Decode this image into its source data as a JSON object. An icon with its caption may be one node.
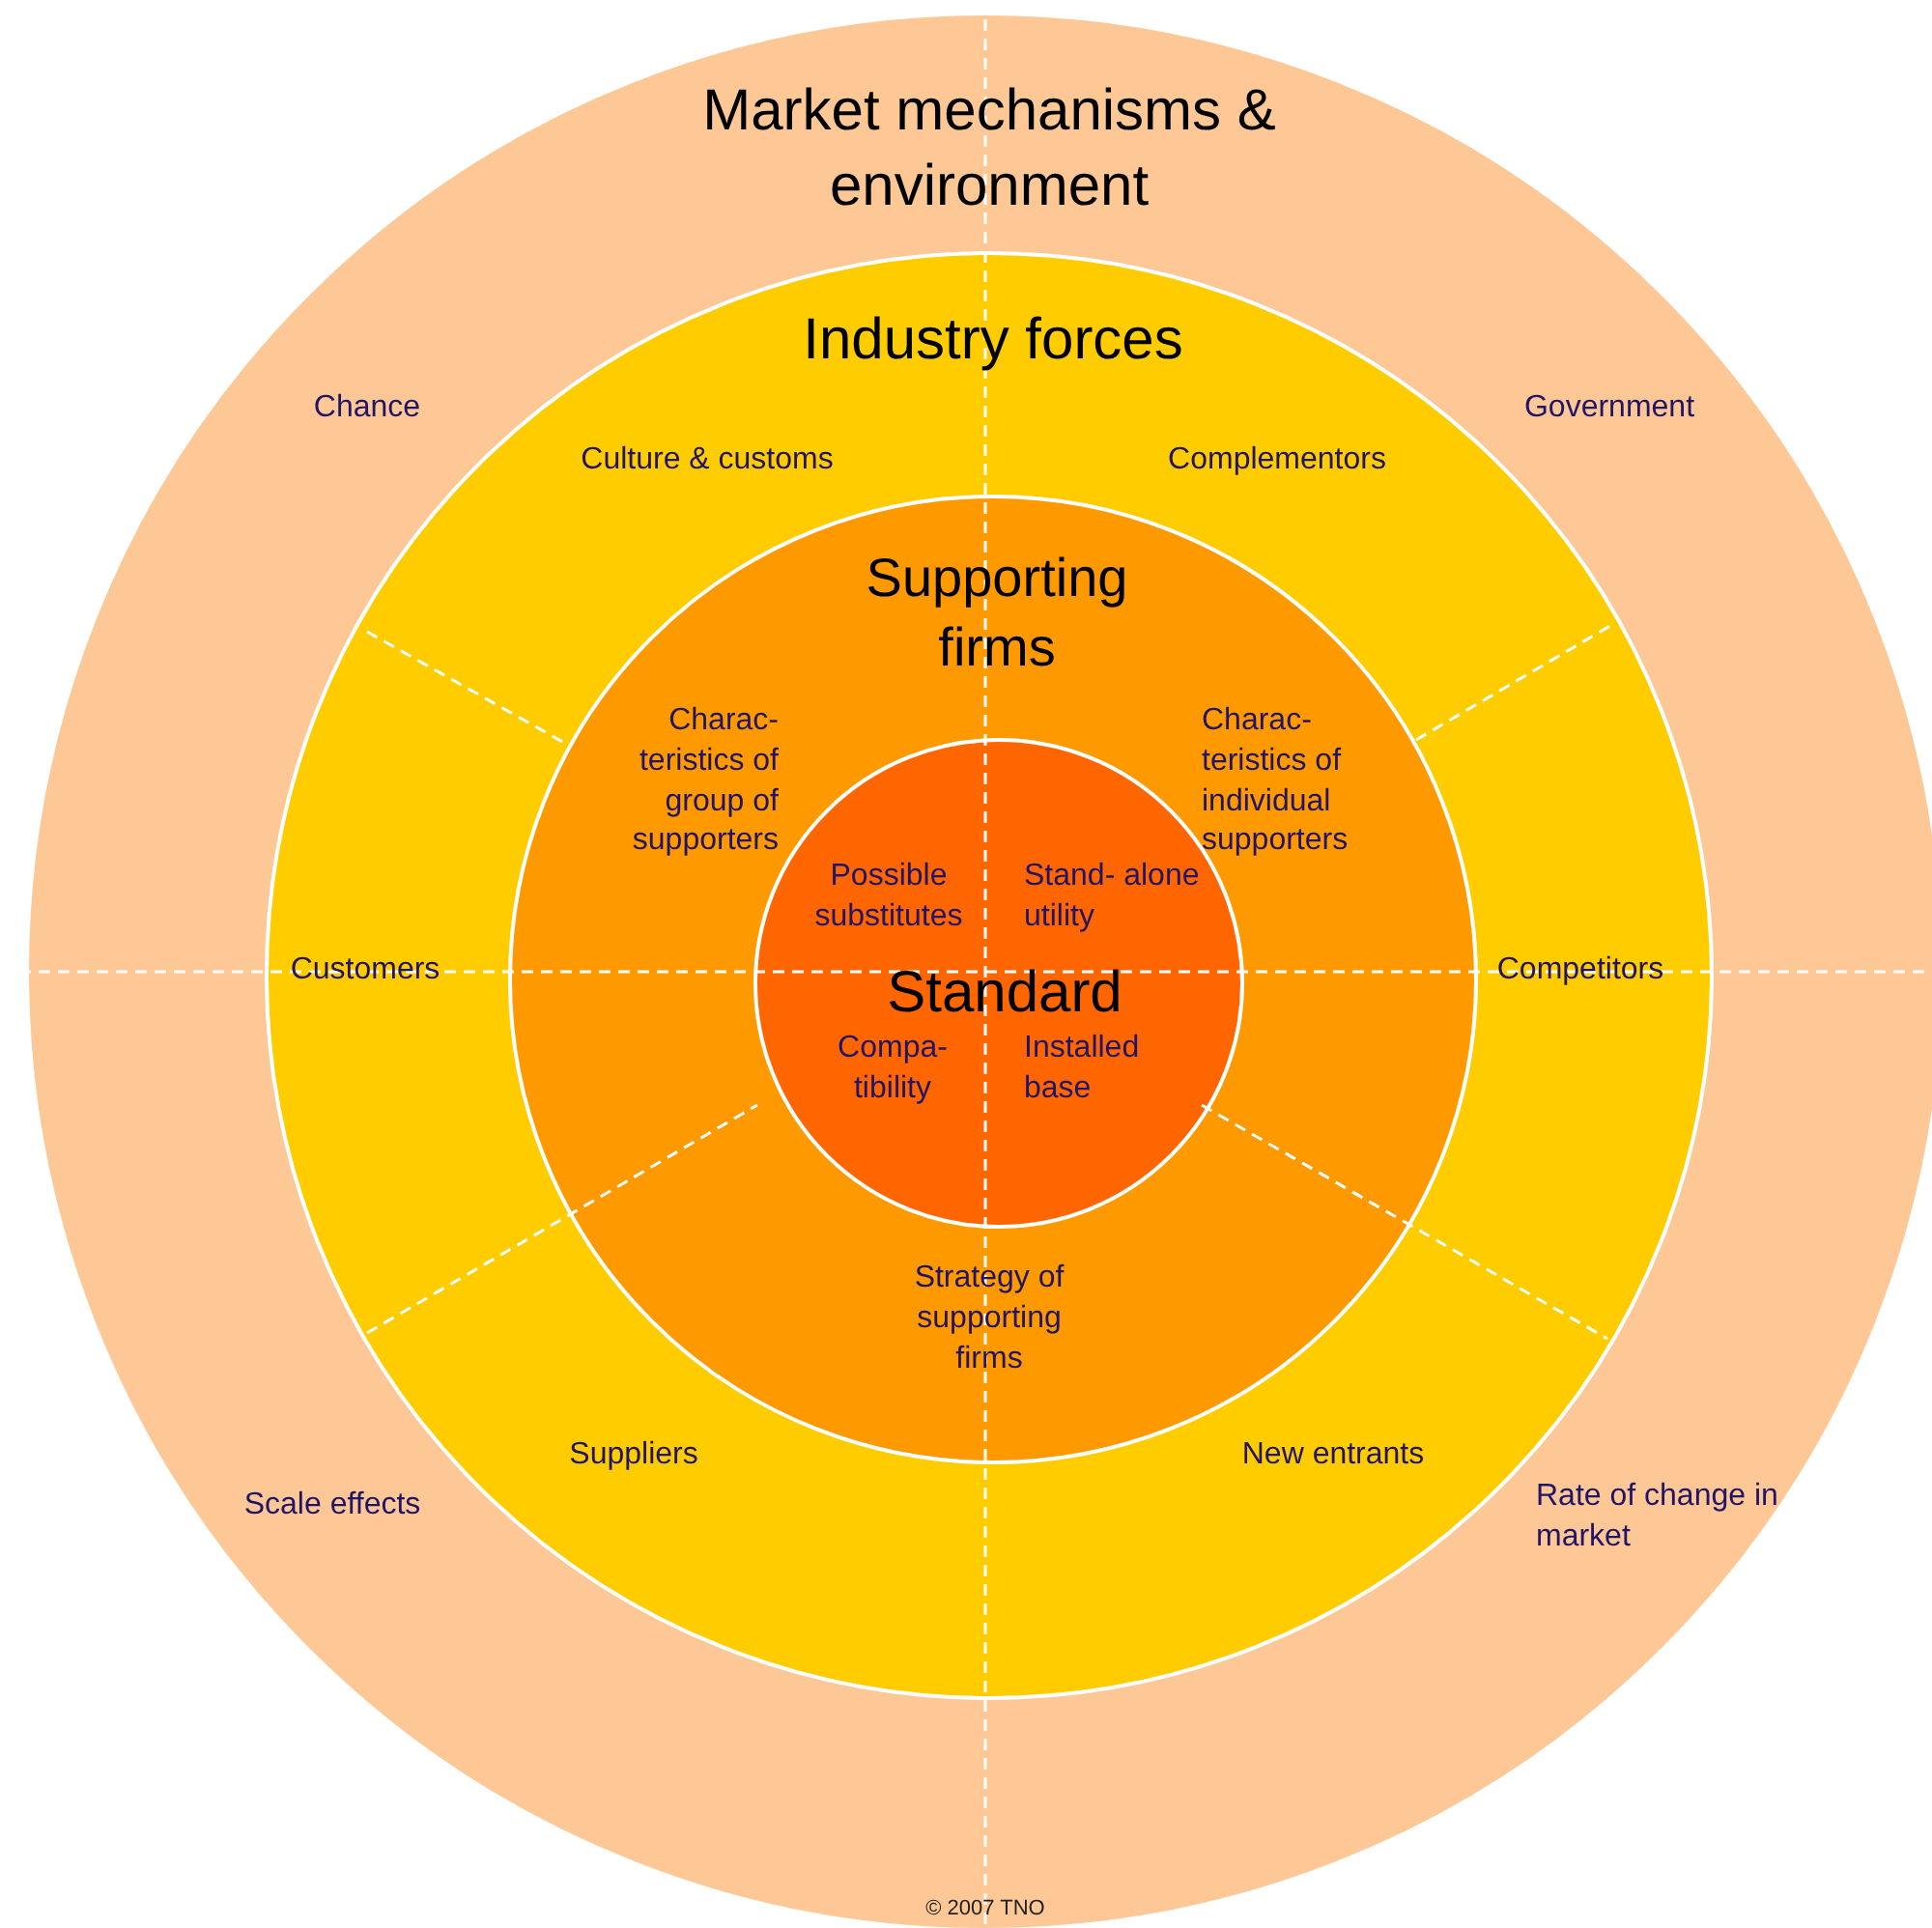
{
  "diagram": {
    "nodes": [
      {
        "text": [
          "Market mechanisms & environment"
        ]
      },
      {
        "text": [
          "Industry forces"
        ],
        "in": 0
      },
      {
        "text": [
          "Supporting firms"
        ],
        "in": 1
      },
      {
        "text": [
          "Standard"
        ],
        "in": 2
      }
    ],
    "edges": [],
    "labels": [
      "Chance",
      "Government",
      "Culture & customs",
      "Complementors",
      "Charac- teristics of group of supporters",
      "Charac- teristics of individual supporters",
      "Possible substitutes",
      "Stand- alone utility",
      "Customers",
      "Competitors",
      "Compa- tibility",
      "Installed base",
      "Strategy of supporting firms",
      "Suppliers",
      "New entrants",
      "Scale effects",
      "Rate of change in market",
      "© 2007 TNO"
    ]
  }
}
